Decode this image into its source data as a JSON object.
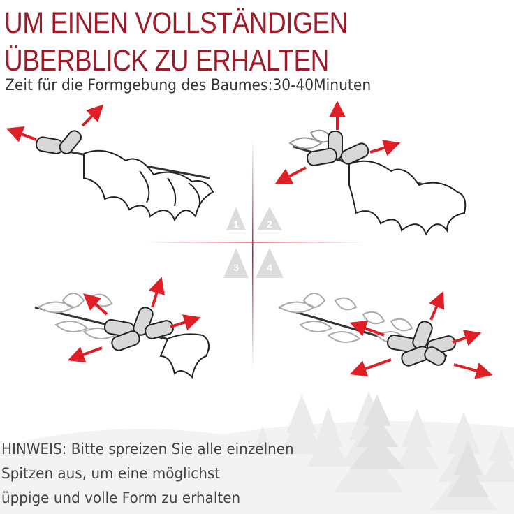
{
  "header": {
    "title_line1": "UM EINEN VOLLSTÄNDIGEN",
    "title_line2": "ÜBERBLICK ZU ERHALTEN",
    "time_text": "Zeit für die Formgebung des Baumes:30-40Minuten"
  },
  "steps": [
    {
      "number": "1"
    },
    {
      "number": "2"
    },
    {
      "number": "3"
    },
    {
      "number": "4"
    }
  ],
  "note": {
    "line1": "HINWEIS: Bitte spreizen Sie alle einzelnen",
    "line2": "Spitzen aus, um eine möglichst",
    "line3": "üppige und volle Form zu erhalten"
  },
  "colors": {
    "title": "#9e1b2a",
    "arrow": "#e01e25",
    "divider": "#a02030",
    "tree_icon": "#d9d9d9"
  }
}
